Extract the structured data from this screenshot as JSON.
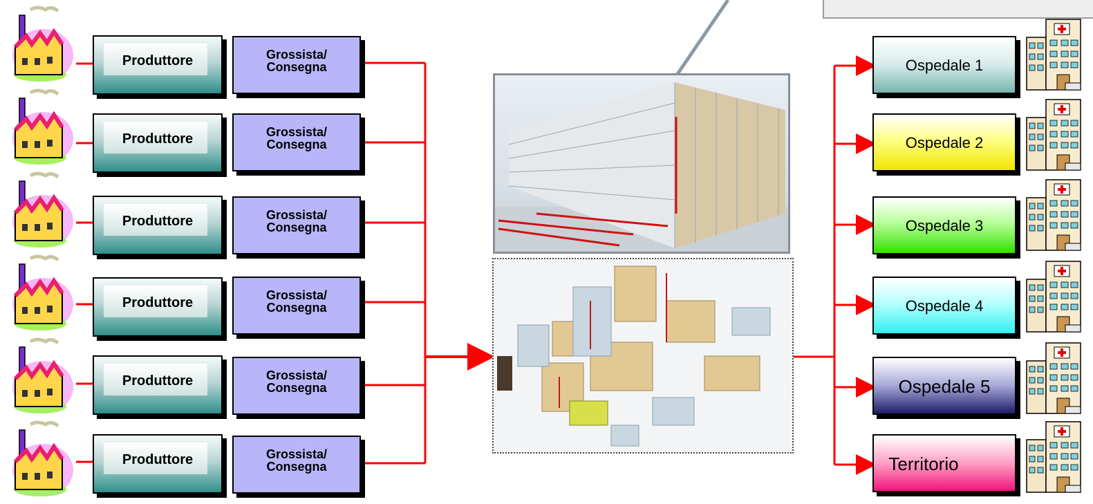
{
  "suppliers": [
    {
      "producer_label": "Produttore",
      "wholesaler_label": "Grossista/\nConsegna"
    },
    {
      "producer_label": "Produttore",
      "wholesaler_label": "Grossista/\nConsegna"
    },
    {
      "producer_label": "Produttore",
      "wholesaler_label": "Grossista/\nConsegna"
    },
    {
      "producer_label": "Produttore",
      "wholesaler_label": "Grossista/\nConsegna"
    },
    {
      "producer_label": "Produttore",
      "wholesaler_label": "Grossista/\nConsegna"
    },
    {
      "producer_label": "Produttore",
      "wholesaler_label": "Grossista/\nConsegna"
    }
  ],
  "destinations": [
    {
      "label": "Ospedale 1"
    },
    {
      "label": "Ospedale 2"
    },
    {
      "label": "Ospedale 3"
    },
    {
      "label": "Ospedale 4"
    },
    {
      "label": "Ospedale 5"
    },
    {
      "label": "Territorio"
    }
  ],
  "colors": {
    "connector": "#ff0000",
    "wholesaler_fill": "#b8b6f8",
    "producer_fill": "#2f8f8a",
    "callout_border": "#9a9a9a"
  },
  "icons": {
    "factory": "factory-icon",
    "hospital": "hospital-icon"
  }
}
